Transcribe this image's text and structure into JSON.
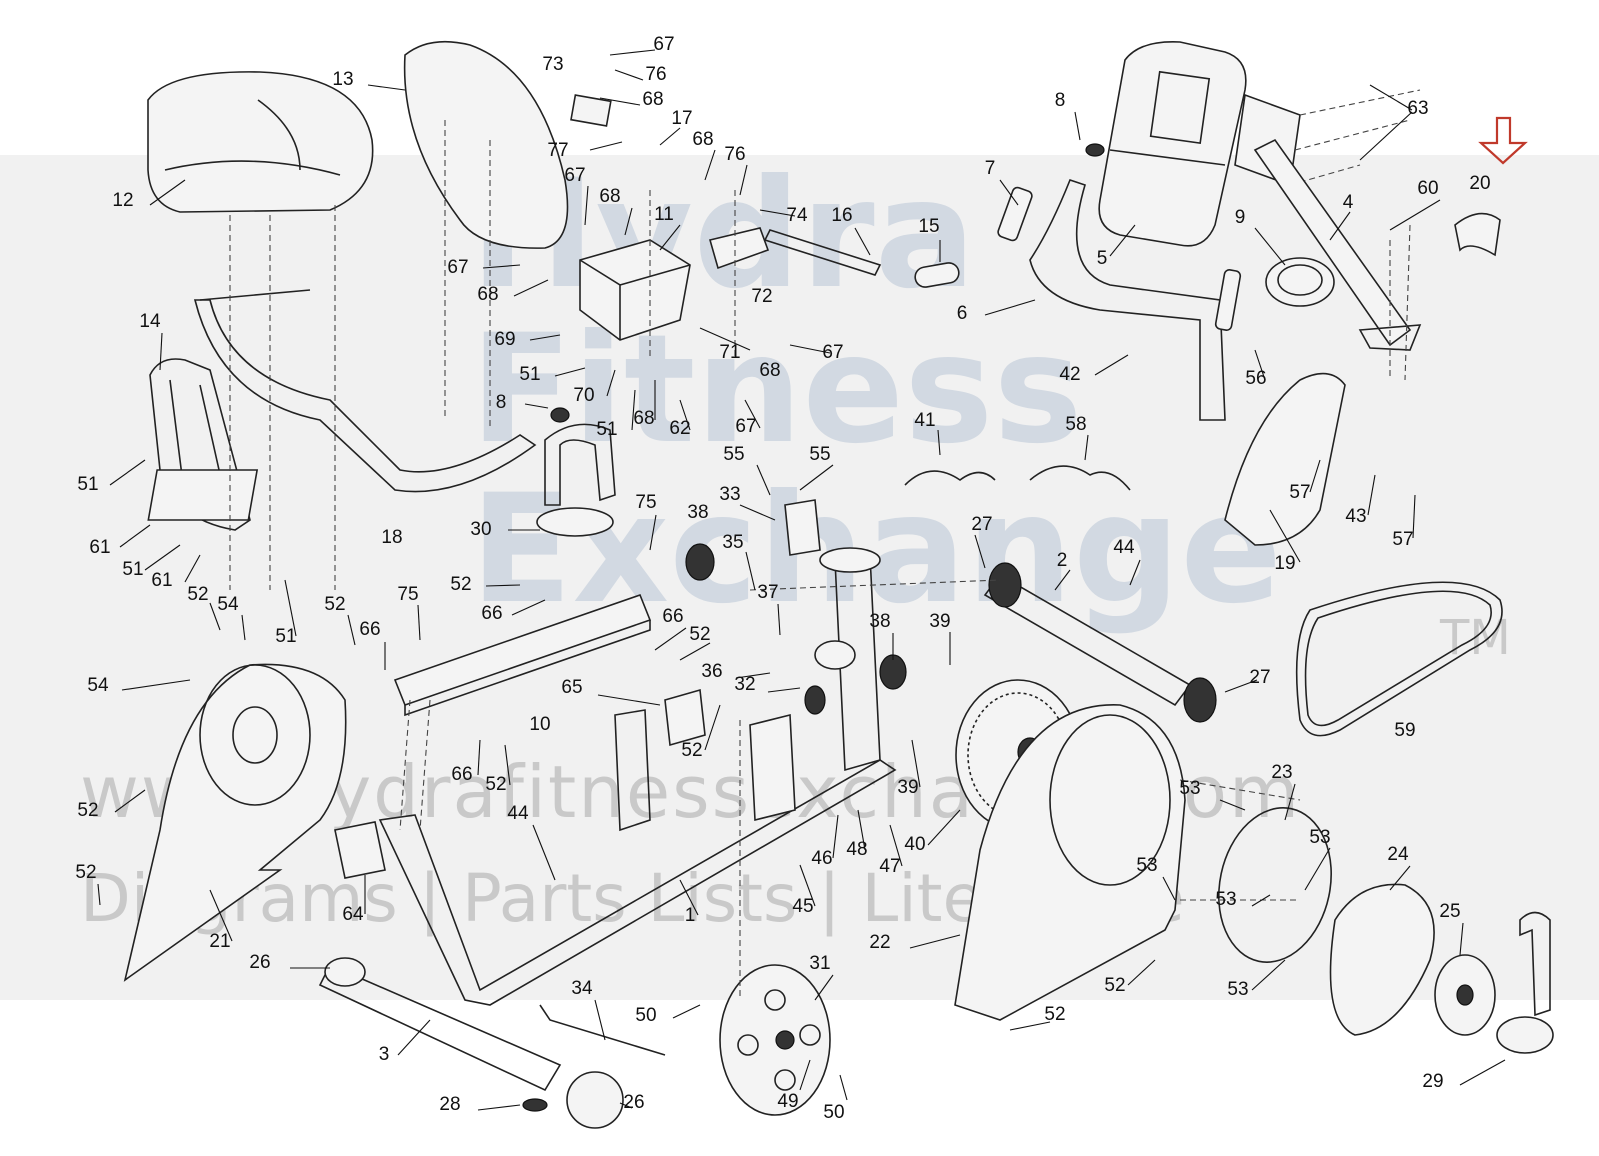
{
  "watermark": {
    "line1": "Hydra",
    "line2": "Fitness",
    "line3": "Exchange",
    "tm": "TM",
    "url": "www.hydrafitnessexchange.com",
    "tagline": "Diagrams | Parts Lists | Literature"
  },
  "highlight_color": "#c0392b",
  "callouts": [
    {
      "id": "c67a",
      "text": "67"
    },
    {
      "id": "c73",
      "text": "73"
    },
    {
      "id": "c76a",
      "text": "76"
    },
    {
      "id": "c68a",
      "text": "68"
    },
    {
      "id": "c13",
      "text": "13"
    },
    {
      "id": "c17",
      "text": "17"
    },
    {
      "id": "c77",
      "text": "77"
    },
    {
      "id": "c68b",
      "text": "68"
    },
    {
      "id": "c76b",
      "text": "76"
    },
    {
      "id": "c8a",
      "text": "8"
    },
    {
      "id": "c63",
      "text": "63"
    },
    {
      "id": "c20",
      "text": "20"
    },
    {
      "id": "c12",
      "text": "12"
    },
    {
      "id": "c67b",
      "text": "67"
    },
    {
      "id": "c68c",
      "text": "68"
    },
    {
      "id": "c11",
      "text": "11"
    },
    {
      "id": "c74",
      "text": "74"
    },
    {
      "id": "c16",
      "text": "16"
    },
    {
      "id": "c7",
      "text": "7"
    },
    {
      "id": "c60",
      "text": "60"
    },
    {
      "id": "c4",
      "text": "4"
    },
    {
      "id": "c9",
      "text": "9"
    },
    {
      "id": "c15",
      "text": "15"
    },
    {
      "id": "c5",
      "text": "5"
    },
    {
      "id": "c67c",
      "text": "67"
    },
    {
      "id": "c68d",
      "text": "68"
    },
    {
      "id": "c72",
      "text": "72"
    },
    {
      "id": "c14",
      "text": "14"
    },
    {
      "id": "c6",
      "text": "6"
    },
    {
      "id": "c69",
      "text": "69"
    },
    {
      "id": "c71",
      "text": "71"
    },
    {
      "id": "c67d",
      "text": "67"
    },
    {
      "id": "c51a",
      "text": "51"
    },
    {
      "id": "c68e",
      "text": "68"
    },
    {
      "id": "c42",
      "text": "42"
    },
    {
      "id": "c56",
      "text": "56"
    },
    {
      "id": "c70",
      "text": "70"
    },
    {
      "id": "c8b",
      "text": "8"
    },
    {
      "id": "c51b",
      "text": "51"
    },
    {
      "id": "c68f",
      "text": "68"
    },
    {
      "id": "c62",
      "text": "62"
    },
    {
      "id": "c67e",
      "text": "67"
    },
    {
      "id": "c41",
      "text": "41"
    },
    {
      "id": "c58",
      "text": "58"
    },
    {
      "id": "c55a",
      "text": "55"
    },
    {
      "id": "c55b",
      "text": "55"
    },
    {
      "id": "c51c",
      "text": "51"
    },
    {
      "id": "c18",
      "text": "18"
    },
    {
      "id": "c57a",
      "text": "57"
    },
    {
      "id": "c43",
      "text": "43"
    },
    {
      "id": "c57b",
      "text": "57"
    },
    {
      "id": "c33",
      "text": "33"
    },
    {
      "id": "c61a",
      "text": "61"
    },
    {
      "id": "c75a",
      "text": "75"
    },
    {
      "id": "c30",
      "text": "30"
    },
    {
      "id": "c38a",
      "text": "38"
    },
    {
      "id": "c27a",
      "text": "27"
    },
    {
      "id": "c19",
      "text": "19"
    },
    {
      "id": "c35",
      "text": "35"
    },
    {
      "id": "c2",
      "text": "2"
    },
    {
      "id": "c44a",
      "text": "44"
    },
    {
      "id": "c51d",
      "text": "51"
    },
    {
      "id": "c61b",
      "text": "61"
    },
    {
      "id": "c52a",
      "text": "52"
    },
    {
      "id": "c52b",
      "text": "52"
    },
    {
      "id": "c54a",
      "text": "54"
    },
    {
      "id": "c75b",
      "text": "75"
    },
    {
      "id": "c66a",
      "text": "66"
    },
    {
      "id": "c37",
      "text": "37"
    },
    {
      "id": "c52c",
      "text": "52"
    },
    {
      "id": "c51e",
      "text": "51"
    },
    {
      "id": "c66b",
      "text": "66"
    },
    {
      "id": "c66c",
      "text": "66"
    },
    {
      "id": "c52d",
      "text": "52"
    },
    {
      "id": "c38b",
      "text": "38"
    },
    {
      "id": "c39a",
      "text": "39"
    },
    {
      "id": "c54b",
      "text": "54"
    },
    {
      "id": "c36",
      "text": "36"
    },
    {
      "id": "c65",
      "text": "65"
    },
    {
      "id": "c32",
      "text": "32"
    },
    {
      "id": "c27b",
      "text": "27"
    },
    {
      "id": "c10",
      "text": "10"
    },
    {
      "id": "c59",
      "text": "59"
    },
    {
      "id": "c52e",
      "text": "52"
    },
    {
      "id": "c66d",
      "text": "66"
    },
    {
      "id": "c52f",
      "text": "52"
    },
    {
      "id": "c39b",
      "text": "39"
    },
    {
      "id": "c23",
      "text": "23"
    },
    {
      "id": "c52g",
      "text": "52"
    },
    {
      "id": "c53a",
      "text": "53"
    },
    {
      "id": "c44b",
      "text": "44"
    },
    {
      "id": "c46",
      "text": "46"
    },
    {
      "id": "c48",
      "text": "48"
    },
    {
      "id": "c40",
      "text": "40"
    },
    {
      "id": "c53b",
      "text": "53"
    },
    {
      "id": "c47",
      "text": "47"
    },
    {
      "id": "c24",
      "text": "24"
    },
    {
      "id": "c53c",
      "text": "53"
    },
    {
      "id": "c52h",
      "text": "52"
    },
    {
      "id": "c64",
      "text": "64"
    },
    {
      "id": "c1",
      "text": "1"
    },
    {
      "id": "c45",
      "text": "45"
    },
    {
      "id": "c53d",
      "text": "53"
    },
    {
      "id": "c25",
      "text": "25"
    },
    {
      "id": "c21",
      "text": "21"
    },
    {
      "id": "c22",
      "text": "22"
    },
    {
      "id": "c26a",
      "text": "26"
    },
    {
      "id": "c31",
      "text": "31"
    },
    {
      "id": "c52i",
      "text": "52"
    },
    {
      "id": "c53e",
      "text": "53"
    },
    {
      "id": "c34",
      "text": "34"
    },
    {
      "id": "c50a",
      "text": "50"
    },
    {
      "id": "c52j",
      "text": "52"
    },
    {
      "id": "c3",
      "text": "3"
    },
    {
      "id": "c29",
      "text": "29"
    },
    {
      "id": "c28",
      "text": "28"
    },
    {
      "id": "c26b",
      "text": "26"
    },
    {
      "id": "c49",
      "text": "49"
    },
    {
      "id": "c50b",
      "text": "50"
    }
  ]
}
